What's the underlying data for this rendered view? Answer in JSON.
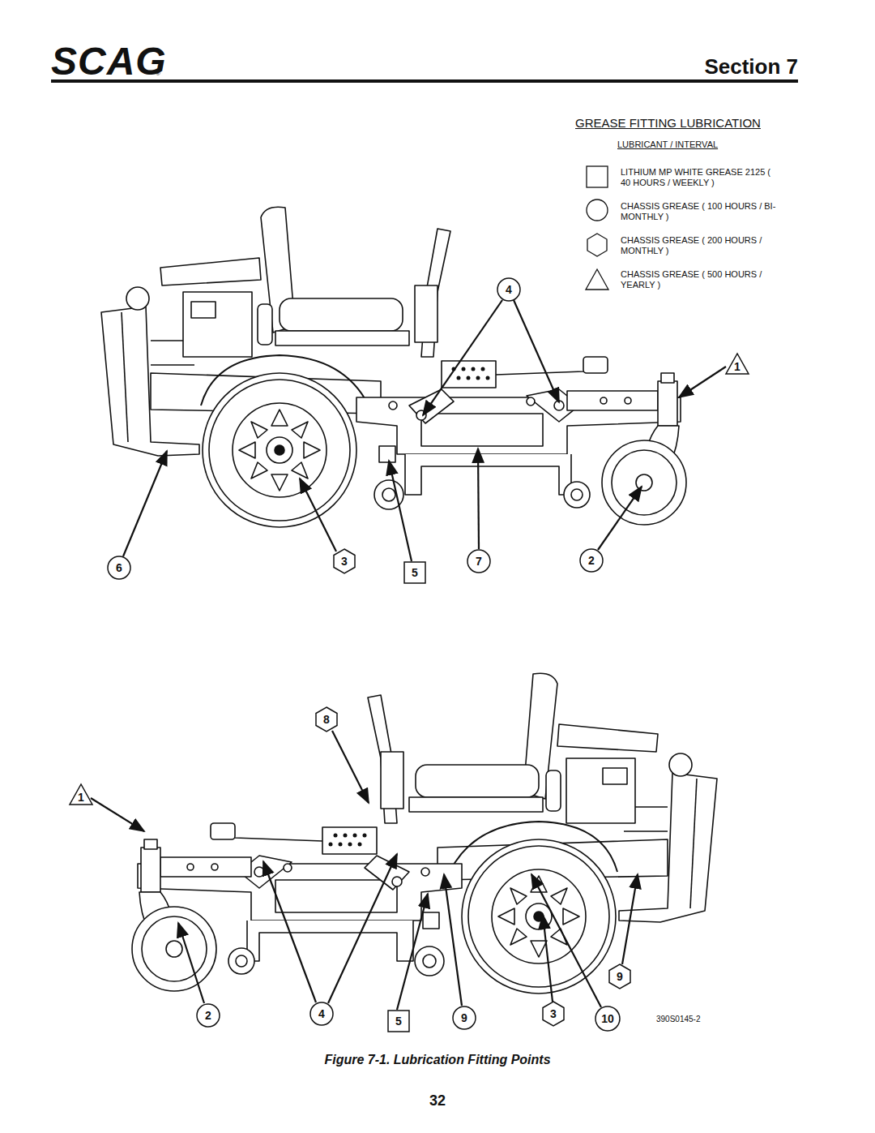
{
  "diagram": {
    "title": "Section 7",
    "caption": "Figure 7-1. Lubrication Fitting Points",
    "labels": [
      "SCAG",
      "®",
      "GREASE FITTING LUBRICATION",
      "LUBRICANT / INTERVAL",
      "4",
      "1",
      "6",
      "3",
      "5",
      "7",
      "2",
      "8",
      "1",
      "9",
      "2",
      "4",
      "5",
      "9",
      "3",
      "10",
      "390S0145-2",
      "32"
    ],
    "legend": [
      {
        "text": "LITHIUM MP WHITE GREASE 2125 ( 40 HOURS / WEEKLY )"
      },
      {
        "text": "CHASSIS GREASE ( 100 HOURS / BI-MONTHLY )"
      },
      {
        "text": "CHASSIS GREASE ( 200 HOURS / MONTHLY )"
      },
      {
        "text": "CHASSIS GREASE ( 500 HOURS / YEARLY )"
      }
    ]
  }
}
